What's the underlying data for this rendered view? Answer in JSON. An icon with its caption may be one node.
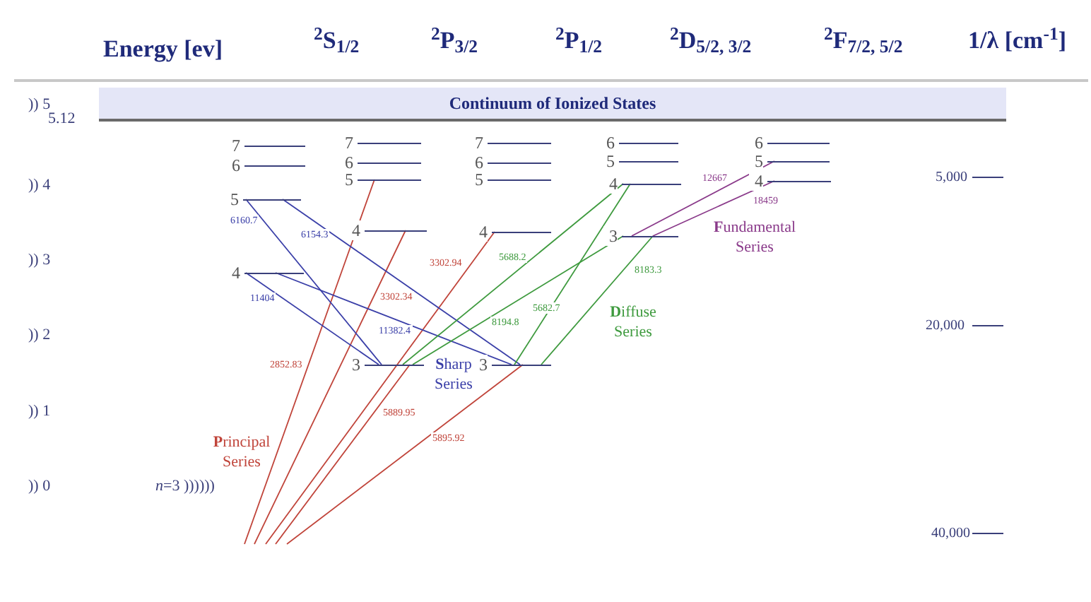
{
  "diagram": {
    "nodes": [
      {
        "text": [
          "Continuum of Ionized States"
        ]
      },
      {
        "text": [
          "7"
        ]
      },
      {
        "text": [
          "6"
        ]
      },
      {
        "text": [
          "5"
        ]
      },
      {
        "text": [
          "4"
        ]
      },
      {
        "text": [
          "7"
        ]
      },
      {
        "text": [
          "6"
        ]
      },
      {
        "text": [
          "5"
        ]
      },
      {
        "text": [
          "4"
        ]
      },
      {
        "text": [
          "3"
        ]
      },
      {
        "text": [
          "7"
        ]
      },
      {
        "text": [
          "6"
        ]
      },
      {
        "text": [
          "5"
        ]
      },
      {
        "text": [
          "4"
        ]
      },
      {
        "text": [
          "3"
        ]
      },
      {
        "text": [
          "6"
        ]
      },
      {
        "text": [
          "5"
        ]
      },
      {
        "text": [
          "4"
        ]
      },
      {
        "text": [
          "3"
        ]
      },
      {
        "text": [
          "6"
        ]
      },
      {
        "text": [
          "5"
        ]
      },
      {
        "text": [
          "4"
        ]
      }
    ],
    "edges": [
      {
        "from": null,
        "to": 7,
        "arrow": "none",
        "label": "2852.83"
      },
      {
        "from": null,
        "to": 8,
        "arrow": "none",
        "label": "3302.34"
      },
      {
        "from": null,
        "to": 13,
        "arrow": "none",
        "label": "3302.94"
      },
      {
        "from": null,
        "to": 9,
        "arrow": "none",
        "label": "5889.95"
      },
      {
        "from": null,
        "to": 14,
        "arrow": "none",
        "label": "5895.92"
      },
      {
        "from": 3,
        "to": 9,
        "arrow": "none",
        "label": "6160.7",
        "color": "#3a3fa8"
      },
      {
        "from": 3,
        "to": 14,
        "arrow": "none",
        "label": "6154.3",
        "color": "#3a3fa8"
      },
      {
        "from": 4,
        "to": 9,
        "arrow": "none",
        "label": "11404",
        "color": "#3a3fa8"
      },
      {
        "from": 4,
        "to": 14,
        "arrow": "none",
        "label": "11382.4",
        "color": "#3a3fa8"
      },
      {
        "from": 17,
        "to": 9,
        "arrow": "none",
        "label": "5688.2",
        "color": "#3e9a3e"
      },
      {
        "from": 18,
        "to": 9,
        "arrow": "none",
        "label": "8194.8",
        "color": "#3e9a3e"
      },
      {
        "from": 17,
        "to": 14,
        "arrow": "none",
        "label": "5682.7",
        "color": "#3e9a3e"
      },
      {
        "from": 18,
        "to": 14,
        "arrow": "none",
        "label": "8183.3",
        "color": "#3e9a3e"
      },
      {
        "from": 20,
        "to": 18,
        "arrow": "none",
        "label": "12667",
        "color": "#8a3a8a"
      },
      {
        "from": 21,
        "to": 18,
        "arrow": "none",
        "label": "18459",
        "color": "#8a3a8a"
      }
    ],
    "labels": [
      "Energy [ev]",
      "$^{2}$S$_{1/2}$",
      "$^{2}$P$_{3/2}$",
      "$^{2}$P$_{1/2}$",
      "$^{2}$D$_{5/2, 3/2}$",
      "$^{2}$F$_{7/2, 5/2}$",
      "1/λ [cm$^{-1}$]",
      ")) 5",
      "5.12",
      ")) 4",
      ")) 3",
      ")) 2",
      ")) 1",
      ")) 0",
      "*n*=3 ))))))",
      "5,000",
      "20,000",
      "40,000",
      "**P**rincipal Series",
      "**S**harp Series",
      "**D**iffuse Series",
      "**F**undamental Series"
    ]
  }
}
